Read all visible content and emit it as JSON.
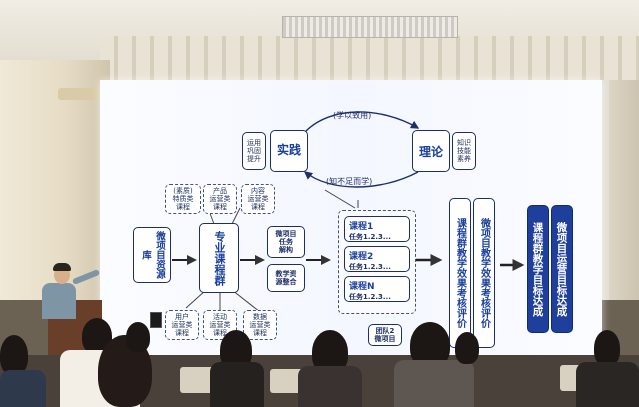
{
  "slide": {
    "practice": "实践",
    "theory": "理论",
    "top_arrow": "(学以致用)",
    "bottom_arrow": "(知不足而学)",
    "practice_tags": "运用\n巩固\n提升",
    "theory_tags": "知识\n技能\n素养",
    "resource_lib": "微项目资源库",
    "major_group": "专业课程群",
    "quality_course": "(素质)\n特质类\n课程",
    "product_course": "产品\n运营类\n课程",
    "content_course": "内容\n运营类\n课程",
    "user_course": "用户\n运营类\n课程",
    "activity_course": "活动\n运营类\n课程",
    "data_course": "数据\n运营类\n课程",
    "task_decon": "微项目\n任务\n解构",
    "resource_integ": "教学资\n源整合",
    "course1": "课程1",
    "course1_task": "任务1.2.3...",
    "course2": "课程2",
    "course2_task": "任务1.2.3...",
    "courseN": "课程N",
    "courseN_task": "任务1.2.3...",
    "team2": "团队2\n微项目",
    "eval1": "课程群教学效果考核评价",
    "eval2": "微项目教学效果考核评价",
    "goal1": "课程群教学目标达成",
    "goal2": "微项目运营目标达成"
  }
}
